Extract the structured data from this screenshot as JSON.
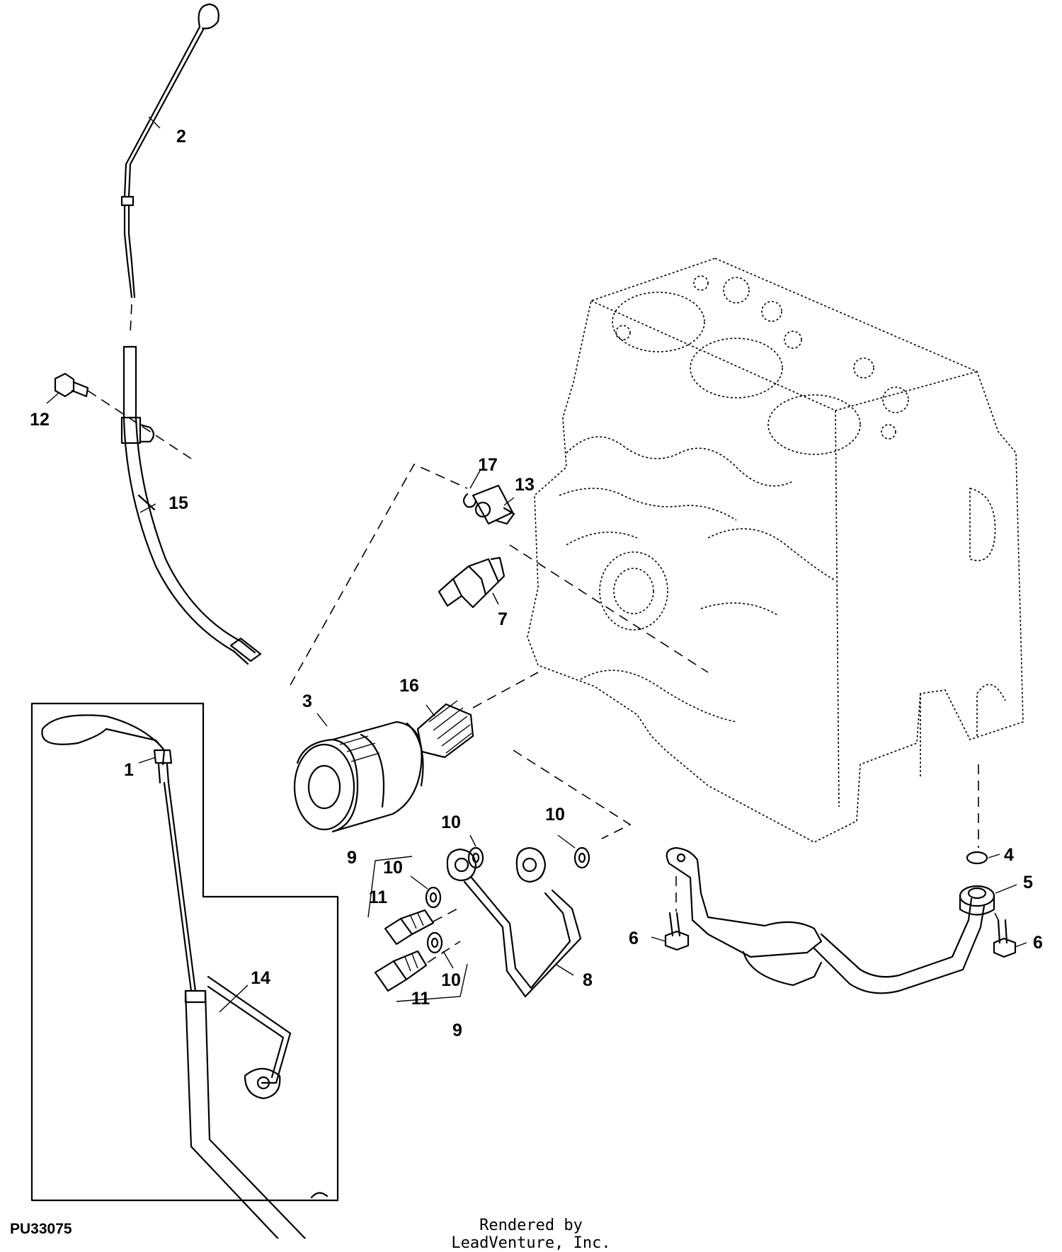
{
  "figure_code": "PU33075",
  "credit": "Rendered by LeadVenture, Inc.",
  "callouts": [
    {
      "id": "c2",
      "text": "2"
    },
    {
      "id": "c12",
      "text": "12"
    },
    {
      "id": "c15",
      "text": "15"
    },
    {
      "id": "c17",
      "text": "17"
    },
    {
      "id": "c13",
      "text": "13"
    },
    {
      "id": "c7",
      "text": "7"
    },
    {
      "id": "c16",
      "text": "16"
    },
    {
      "id": "c3",
      "text": "3"
    },
    {
      "id": "c1",
      "text": "1"
    },
    {
      "id": "c10a",
      "text": "10"
    },
    {
      "id": "c10b",
      "text": "10"
    },
    {
      "id": "c9a",
      "text": "9"
    },
    {
      "id": "c10c",
      "text": "10"
    },
    {
      "id": "c11a",
      "text": "11"
    },
    {
      "id": "c4",
      "text": "4"
    },
    {
      "id": "c5",
      "text": "5"
    },
    {
      "id": "c6a",
      "text": "6"
    },
    {
      "id": "c6b",
      "text": "6"
    },
    {
      "id": "c8",
      "text": "8"
    },
    {
      "id": "c10d",
      "text": "10"
    },
    {
      "id": "c11b",
      "text": "11"
    },
    {
      "id": "c9b",
      "text": "9"
    },
    {
      "id": "c14",
      "text": "14"
    }
  ]
}
